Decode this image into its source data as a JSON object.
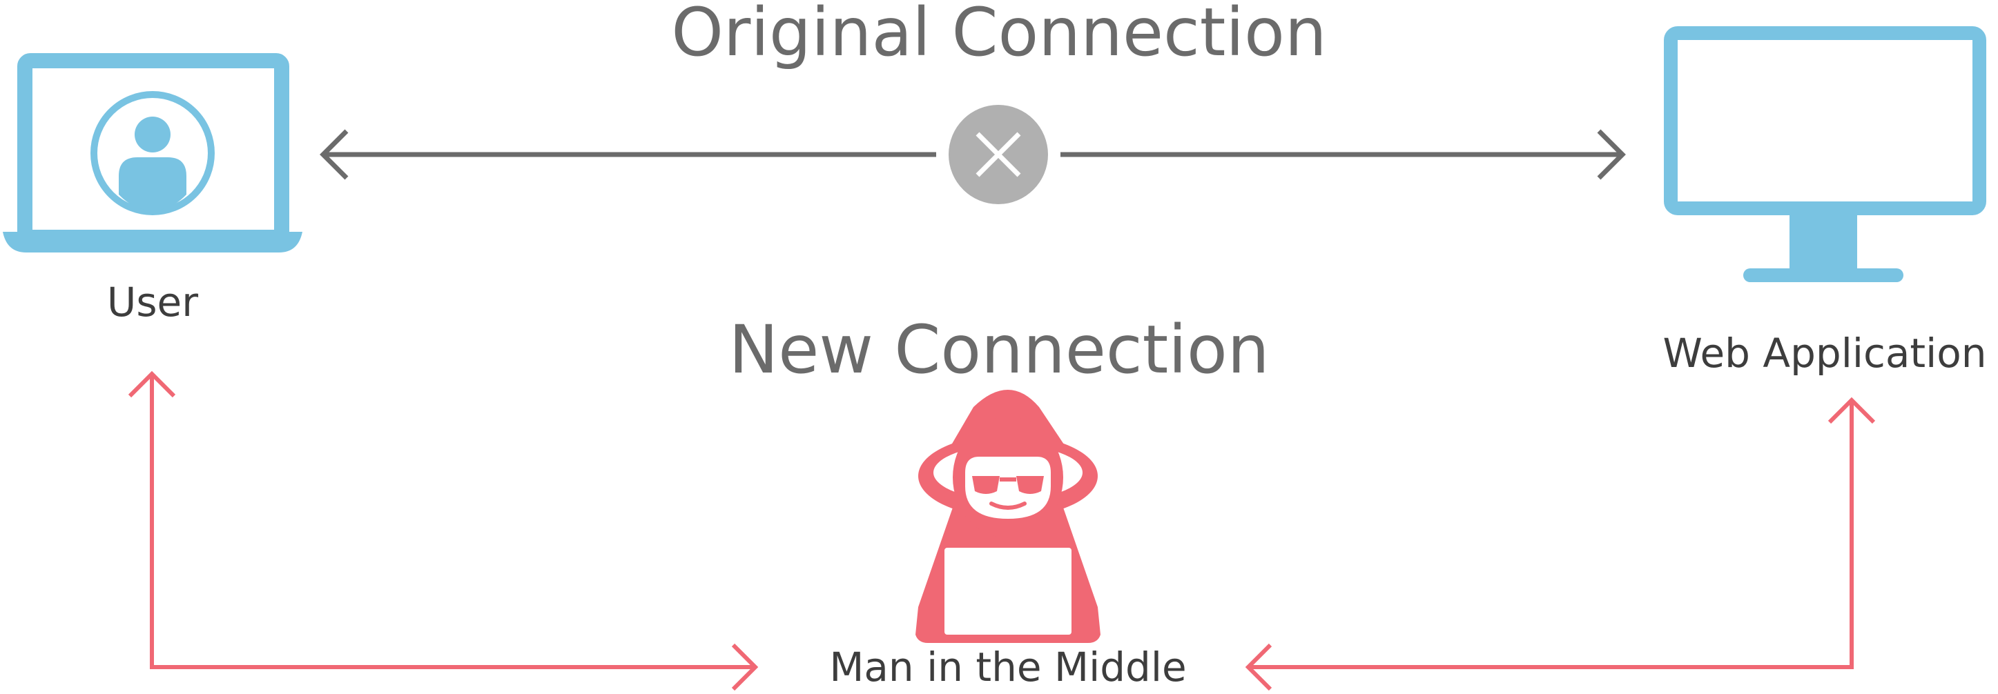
{
  "headings": {
    "original_connection": "Original Connection",
    "new_connection": "New Connection"
  },
  "labels": {
    "user": "User",
    "web_application": "Web Application",
    "man_in_the_middle": "Man in the Middle"
  },
  "colors": {
    "device_blue": "#79c3e2",
    "attacker_red": "#f06874",
    "arrow_gray": "#6b6b6b",
    "blocked_circle_gray": "#b0b0b0",
    "heading_gray": "#6b6b6b",
    "label_dark": "#3d3d3d"
  },
  "icons": {
    "user_device": "laptop-icon",
    "user_avatar": "user-avatar-icon",
    "server_device": "monitor-icon",
    "blocked": "x-circle-icon",
    "attacker": "hooded-hacker-icon"
  }
}
